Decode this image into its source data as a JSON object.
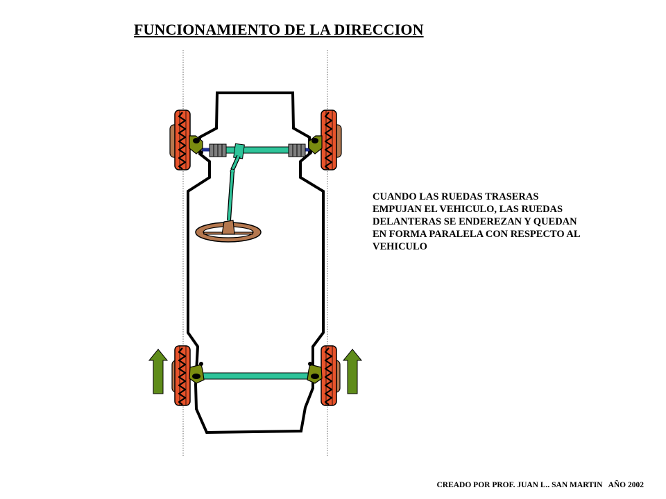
{
  "title": "FUNCIONAMIENTO DE LA DIRECCION",
  "description_lines": [
    "CUANDO LAS RUEDAS TRASERAS",
    "EMPUJAN EL VEHICULO, LAS RUEDAS",
    "DELANTERAS SE ENDEREZAN Y QUEDAN",
    "EN FORMA PARALELA CON RESPECTO AL",
    "VEHICULO"
  ],
  "credit": {
    "author": "CREADO POR PROF. JUAN L.. SAN MARTIN",
    "year": "AÑO 2002"
  },
  "colors": {
    "tire": "#e8532b",
    "tread": "#000000",
    "hub": "#b5784f",
    "knuckle": "#7a8c10",
    "tie_rod": "#2fc49a",
    "boot": "#7f7f7f",
    "steering_wheel": "#b5784f",
    "arrow": "#5f8c1a",
    "chassis": "#000000",
    "inner_rod": "#1f2f8f"
  }
}
